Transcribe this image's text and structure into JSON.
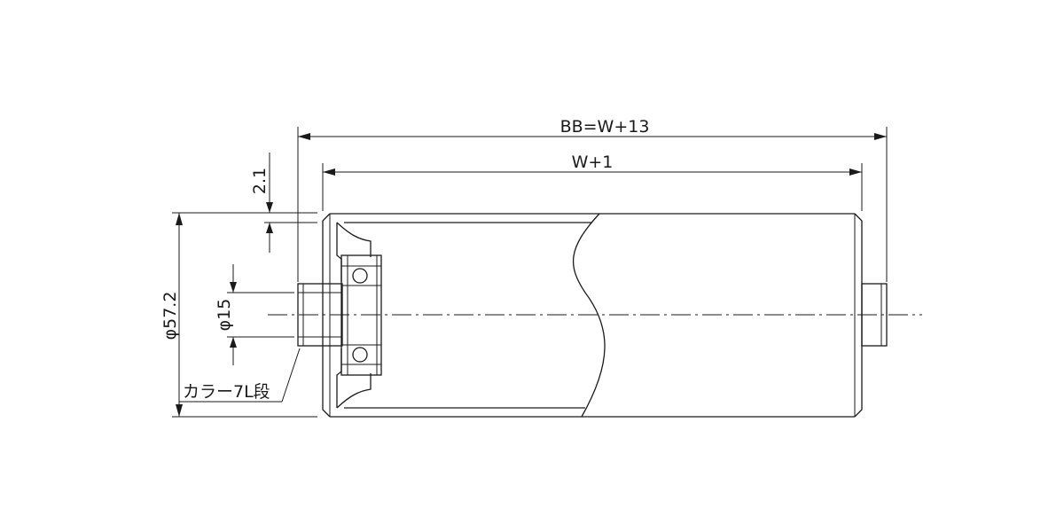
{
  "dimensions": {
    "overall_length": "BB=W+13",
    "inner_length": "W+1",
    "wall_offset": "2.1",
    "roller_diameter": "φ57.2",
    "shaft_diameter": "φ15",
    "collar_note": "カラー7L段"
  }
}
